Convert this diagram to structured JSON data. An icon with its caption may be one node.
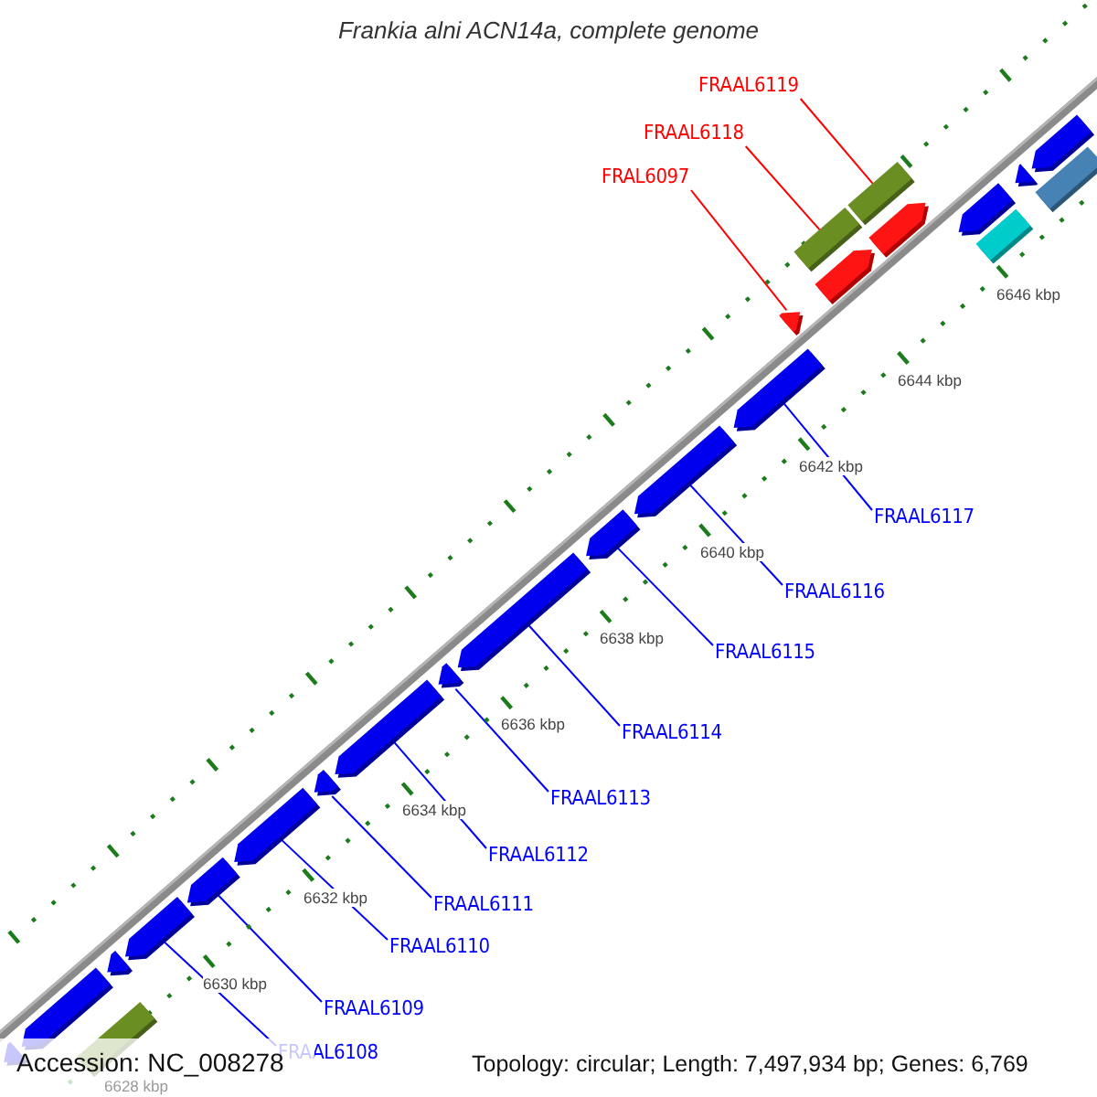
{
  "diagram": {
    "title": "Frankia alni ACN14a, complete genome",
    "nodes": [
      {
        "text": [
          "FRAAL6119"
        ]
      },
      {
        "text": [
          "FRAAL6118"
        ]
      },
      {
        "text": [
          "FRAL6097"
        ]
      },
      {
        "text": [
          "FRAAL6117"
        ]
      },
      {
        "text": [
          "FRAAL6116"
        ]
      },
      {
        "text": [
          "FRAAL6115"
        ]
      },
      {
        "text": [
          "FRAAL6114"
        ]
      },
      {
        "text": [
          "FRAAL6113"
        ]
      },
      {
        "text": [
          "FRAAL6112"
        ]
      },
      {
        "text": [
          "FRAAL6111"
        ]
      },
      {
        "text": [
          "FRAAL6110"
        ]
      },
      {
        "text": [
          "FRAAL6109"
        ]
      },
      {
        "text": [
          "FRAAL6108"
        ]
      },
      {
        "text": [],
        "shape": "arrow"
      },
      {
        "text": [],
        "shape": "bar"
      },
      {
        "text": [],
        "shape": "arrow"
      },
      {
        "text": [],
        "shape": "arrow"
      },
      {
        "text": [],
        "shape": "arrow"
      },
      {
        "text": [],
        "shape": "arrow"
      },
      {
        "text": [],
        "shape": "arrow"
      },
      {
        "text": [],
        "shape": "arrow"
      },
      {
        "text": [],
        "shape": "arrow"
      },
      {
        "text": [],
        "shape": "arrow"
      },
      {
        "text": [],
        "shape": "arrow"
      },
      {
        "text": [],
        "shape": "arrow"
      },
      {
        "text": [],
        "shape": "arrow"
      },
      {
        "text": [],
        "shape": "arrow"
      },
      {
        "text": [],
        "shape": "arrow"
      },
      {
        "text": [],
        "shape": "bar"
      },
      {
        "text": [],
        "shape": "arrow"
      },
      {
        "text": [],
        "shape": "bar"
      },
      {
        "text": [],
        "shape": "arrow"
      },
      {
        "text": [],
        "shape": "arrow"
      },
      {
        "text": [],
        "shape": "bar"
      },
      {
        "text": [],
        "shape": "arrow"
      },
      {
        "text": [],
        "shape": "bar"
      },
      {
        "text": [],
        "shape": "arrow"
      }
    ],
    "edges": [
      {
        "from": 0,
        "to": 30,
        "arrow": "none",
        "color": "#ff0000"
      },
      {
        "from": 1,
        "to": 28,
        "arrow": "none",
        "color": "#ff0000"
      },
      {
        "from": 2,
        "to": 27,
        "arrow": "none",
        "color": "#ff0000"
      },
      {
        "from": 3,
        "to": 26,
        "arrow": "none"
      },
      {
        "from": 4,
        "to": 25,
        "arrow": "none"
      },
      {
        "from": 5,
        "to": 24,
        "arrow": "none"
      },
      {
        "from": 6,
        "to": 23,
        "arrow": "none"
      },
      {
        "from": 7,
        "to": 22,
        "arrow": "none"
      },
      {
        "from": 8,
        "to": 21,
        "arrow": "none"
      },
      {
        "from": 9,
        "to": 20,
        "arrow": "none"
      },
      {
        "from": 10,
        "to": 19,
        "arrow": "none"
      },
      {
        "from": 11,
        "to": 18,
        "arrow": "none"
      },
      {
        "from": 12,
        "to": 17,
        "arrow": "none"
      }
    ],
    "labels": [
      "6646 kbp",
      "6644 kbp",
      "6642 kbp",
      "6640 kbp",
      "6638 kbp",
      "6636 kbp",
      "6634 kbp",
      "6632 kbp",
      "6630 kbp",
      "6628 kbp",
      "Accession: NC_008278",
      "Topology: circular; Length: 7,497,934 bp; Genes: 6,769"
    ]
  }
}
